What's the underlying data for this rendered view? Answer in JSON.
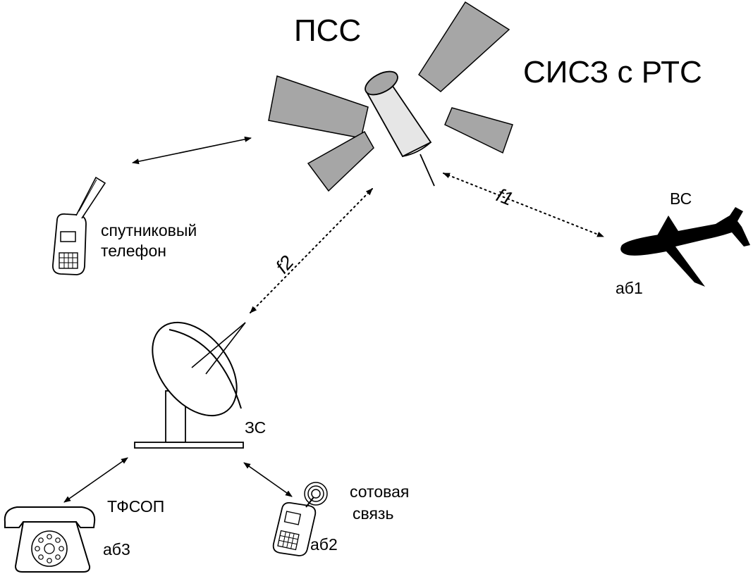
{
  "labels": {
    "satellite": "ПСС",
    "system": "СИСЗ с РТС",
    "sat_phone_line1": "спутниковый",
    "sat_phone_line2": "телефон",
    "aircraft": "ВС",
    "ab1": "аб1",
    "f1": "f1",
    "f2": "f2",
    "earth_station": "ЗС",
    "pstn": "ТФСОП",
    "ab3": "аб3",
    "cellular_line1": "сотовая",
    "cellular_line2": "связь",
    "ab2": "аб2"
  },
  "colors": {
    "panel": "#a6a6a6",
    "satellite_body": "#e6e6e6",
    "line": "#000000"
  }
}
